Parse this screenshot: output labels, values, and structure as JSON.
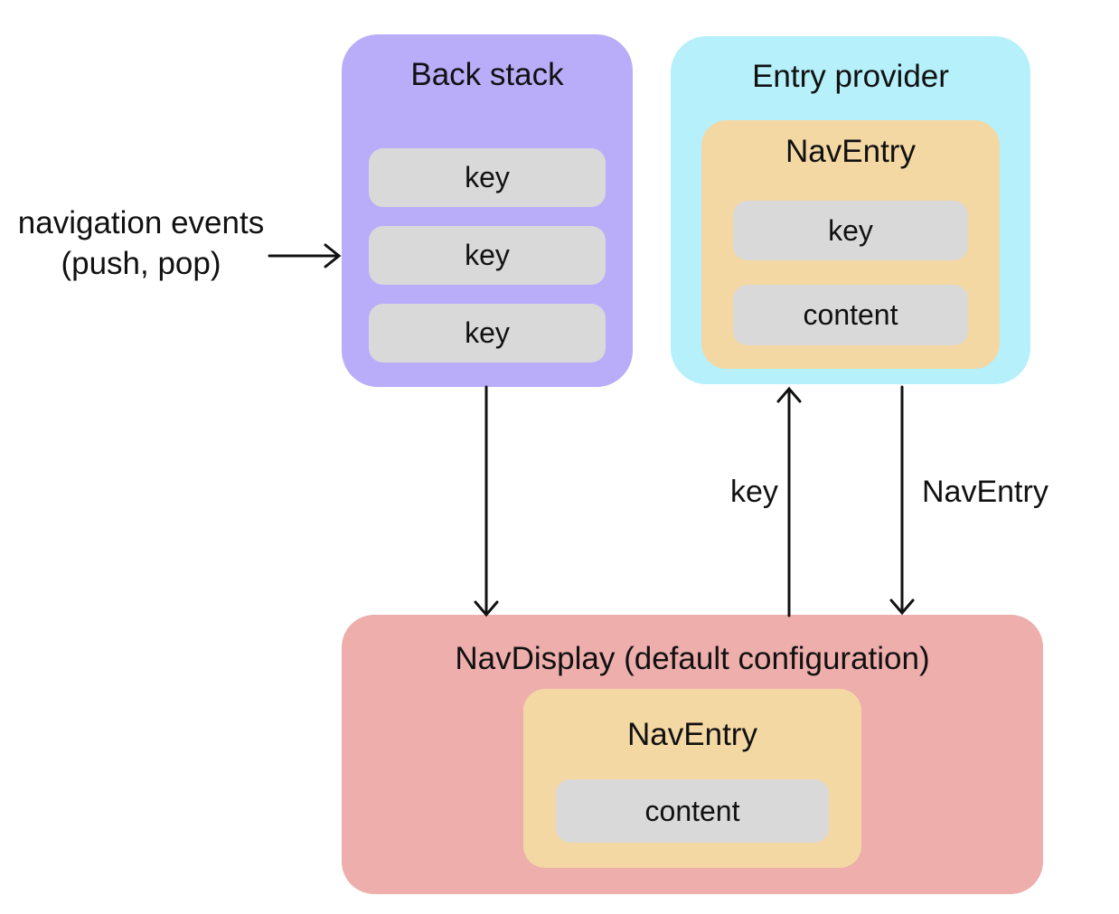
{
  "nav_events": {
    "line1": "navigation events",
    "line2": "(push, pop)"
  },
  "back_stack": {
    "title": "Back stack",
    "keys": [
      "key",
      "key",
      "key"
    ]
  },
  "entry_provider": {
    "title": "Entry provider",
    "nav_entry": {
      "title": "NavEntry",
      "key": "key",
      "content": "content"
    }
  },
  "nav_display": {
    "title": "NavDisplay (default configuration)",
    "nav_entry": {
      "title": "NavEntry",
      "content": "content"
    }
  },
  "arrow_labels": {
    "key": "key",
    "nav_entry": "NavEntry"
  },
  "colors": {
    "purple": "#b9adf9",
    "cyan": "#b5f0fb",
    "orange": "#f3d8a4",
    "pink": "#edaeac",
    "gray": "#d9d9d9",
    "text": "#111111",
    "arrow": "#111111",
    "background": "#ffffff"
  }
}
